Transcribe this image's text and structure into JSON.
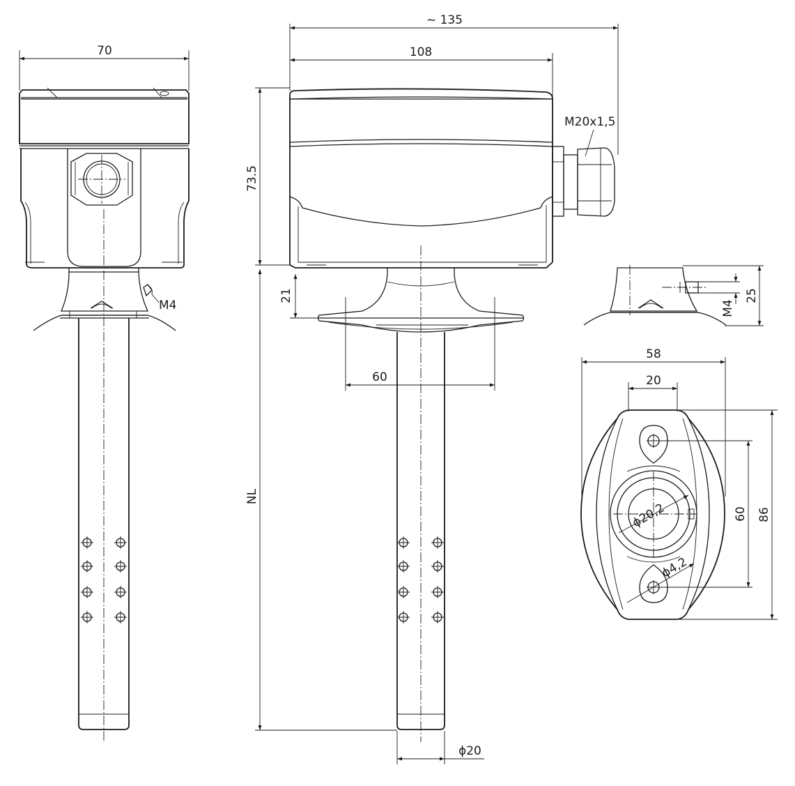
{
  "dimensions": {
    "front_width": "70",
    "overall_length": "~ 135",
    "housing_length": "108",
    "housing_height": "73.5",
    "flange_height": "21",
    "flange_bolt_spacing": "60",
    "nominal_length": "NL",
    "probe_diameter": "ϕ20",
    "gland_thread": "M20x1,5",
    "front_screw": "M4",
    "detail_screw": "M4",
    "detail_height": "25",
    "flange_width": "58",
    "flange_inner_width": "20",
    "flange_hole_spacing": "60",
    "flange_length": "86",
    "flange_bore": "ϕ20,2",
    "flange_hole": "ϕ4,2"
  }
}
